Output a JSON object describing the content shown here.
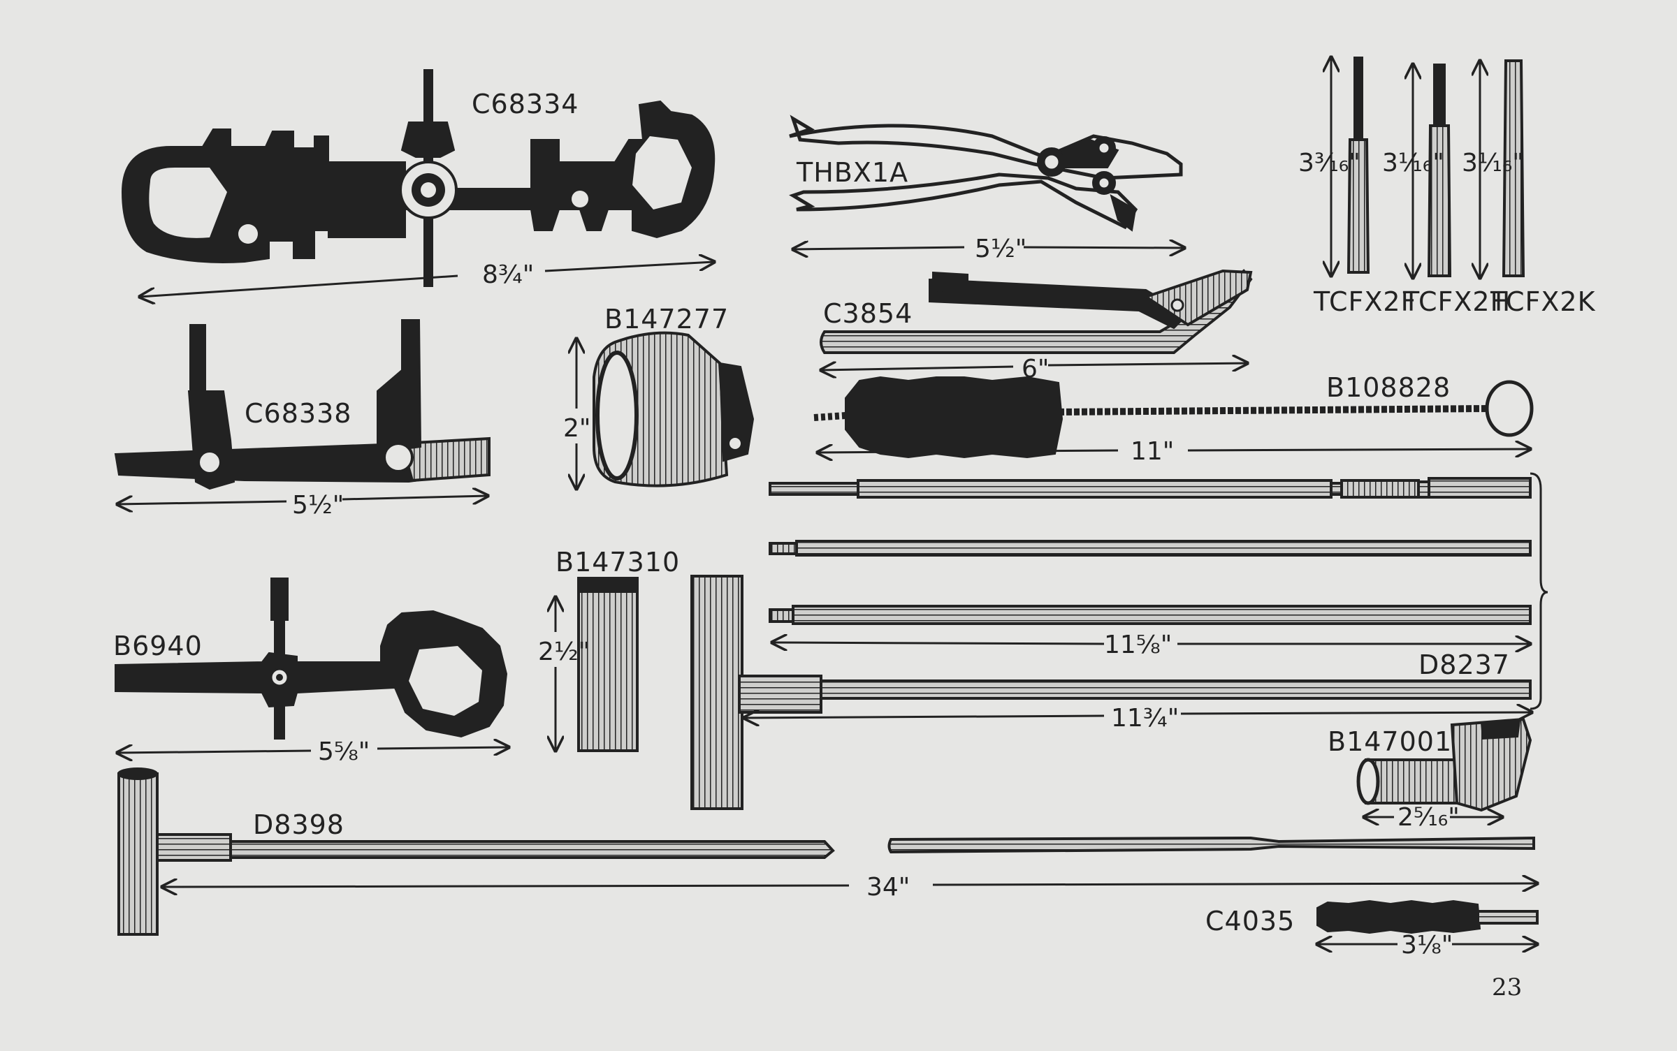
{
  "page_number": "23",
  "items": {
    "combination_tool": {
      "part": "C68334",
      "length": "8¾\""
    },
    "pliers": {
      "part": "THBX1A",
      "length": "5½\""
    },
    "drifts": [
      {
        "part": "TCFX2F",
        "length": "3³⁄₁₆\""
      },
      {
        "part": "TCFX2H",
        "length": "3¹⁄₁₆\""
      },
      {
        "part": "TCFX2K",
        "length": "3¹⁄₁₆\""
      }
    ],
    "combination_tool_2": {
      "part": "C68338",
      "length": "5½\""
    },
    "collar": {
      "part": "B147277",
      "length": "2\""
    },
    "rod_handle": {
      "part": "C3854",
      "length": "6\""
    },
    "bore_brush": {
      "part": "B108828",
      "length": "11\""
    },
    "sleeve": {
      "part": "B147310",
      "length": "2½\""
    },
    "rod_section": {
      "length": "11⅝\""
    },
    "tee_rod": {
      "part": "D8237",
      "length": "11¾\""
    },
    "spanner": {
      "part": "B6940",
      "length": "5⅝\""
    },
    "holder": {
      "part": "B147001",
      "length": "2⁵⁄₁₆\""
    },
    "long_rod": {
      "part": "D8398",
      "length": "34\""
    },
    "small_brush": {
      "part": "C4035",
      "length": "3⅛\""
    }
  }
}
